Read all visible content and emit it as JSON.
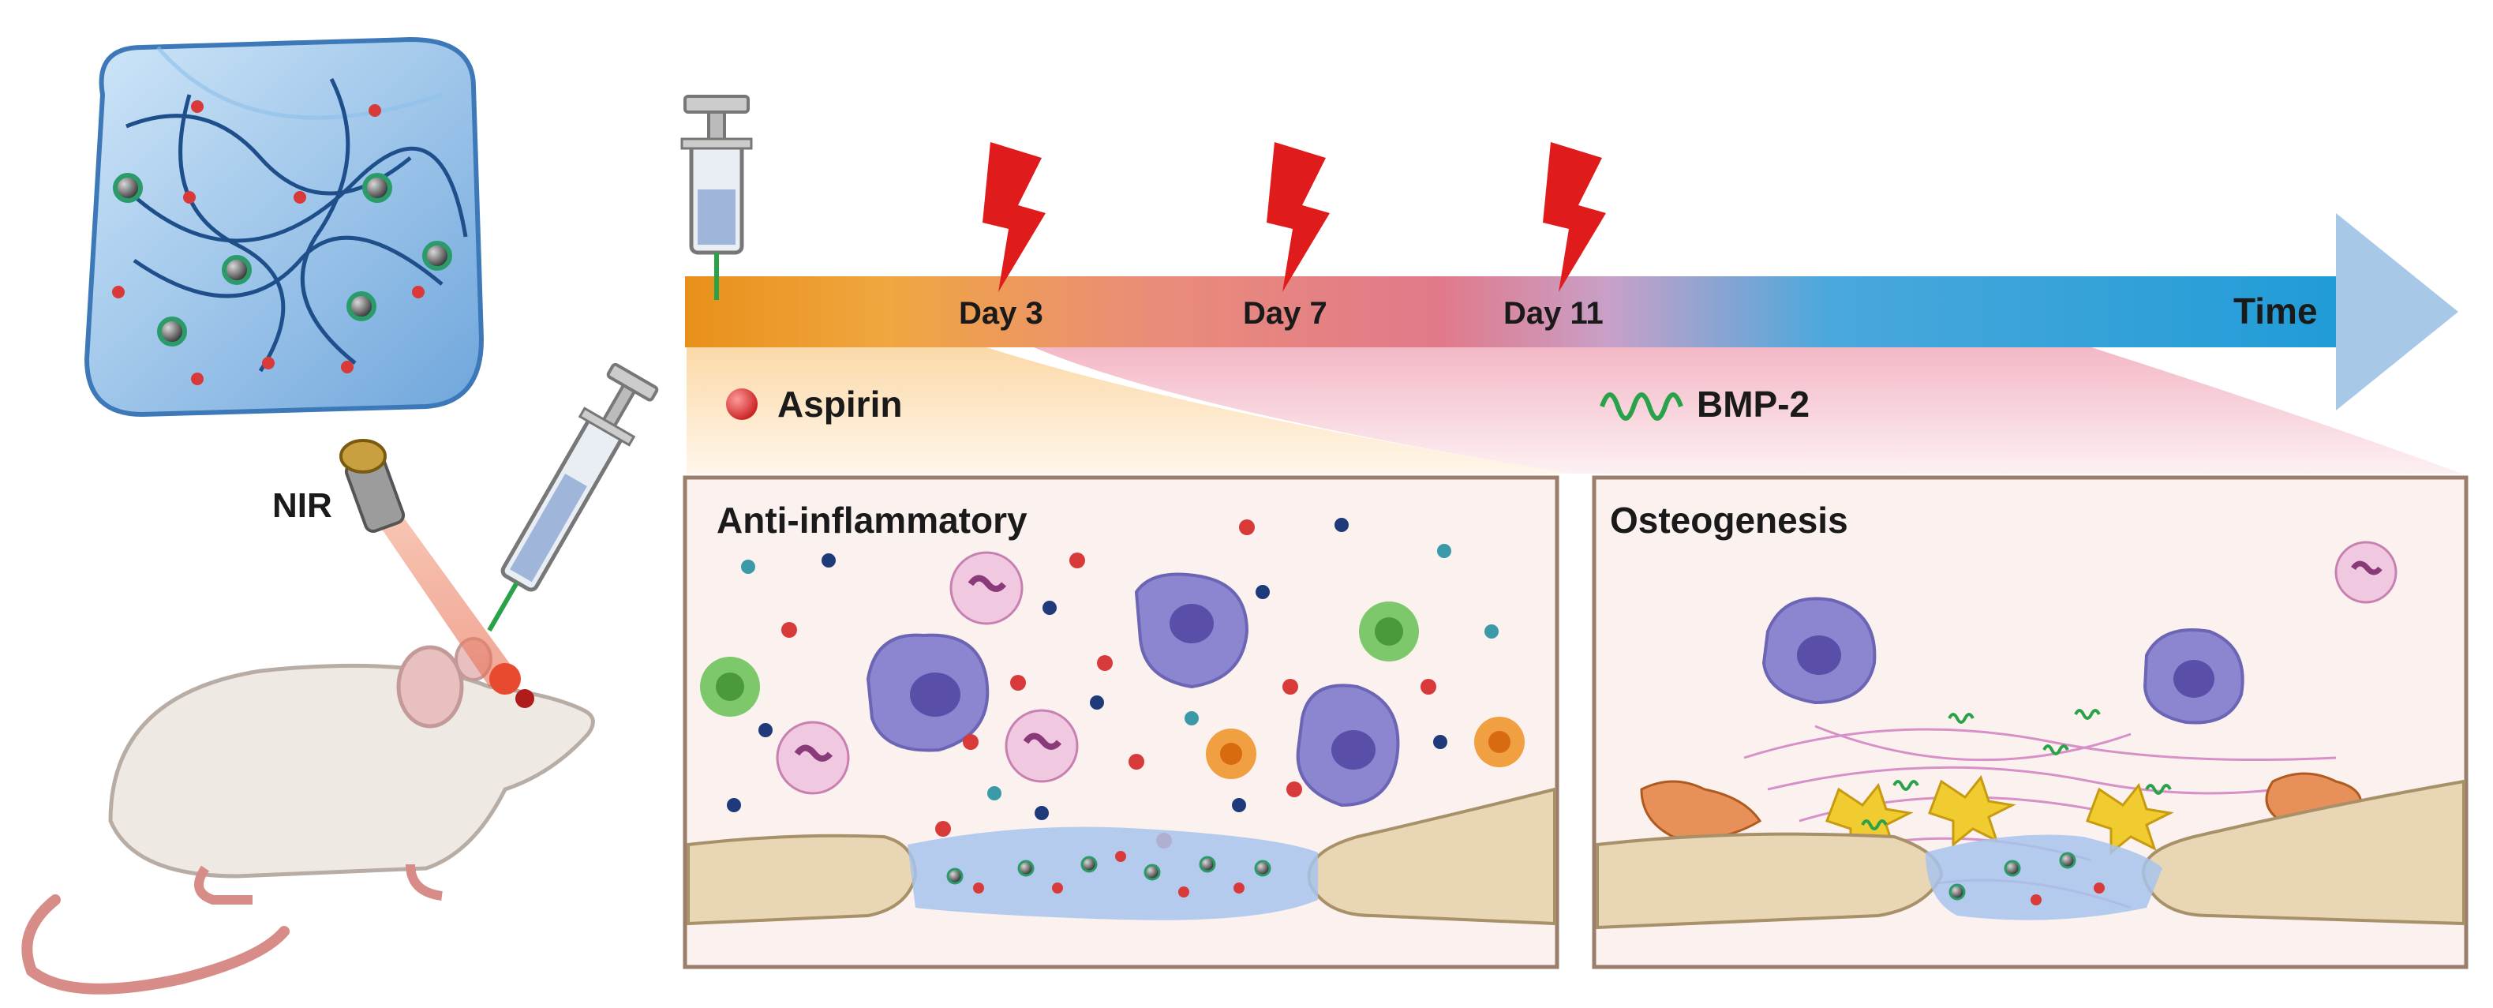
{
  "labels": {
    "nir": "NIR",
    "time": "Time",
    "aspirin": "Aspirin",
    "bmp2": "BMP-2",
    "anti_inflammatory": "Anti-inflammatory",
    "osteogenesis": "Osteogenesis"
  },
  "timeline": {
    "days": [
      "Day 3",
      "Day 7",
      "Day 11"
    ]
  },
  "colors": {
    "timeline_start": "#e8901a",
    "timeline_mid": "#e07a8a",
    "timeline_end": "#1f9bd6",
    "arrow_head": "#a8c8e8",
    "nir_text": "#b8202a",
    "lightning": "#e01b1b",
    "aspirin_dot": "#d93a3a",
    "bmp2_coil": "#2aa24a",
    "panel_border": "#9a7d6a"
  },
  "icons": [
    "syringe-icon",
    "lightning-icon",
    "hydrogel-cube-icon",
    "mouse-icon",
    "laser-icon",
    "cell-icon",
    "bone-icon"
  ]
}
